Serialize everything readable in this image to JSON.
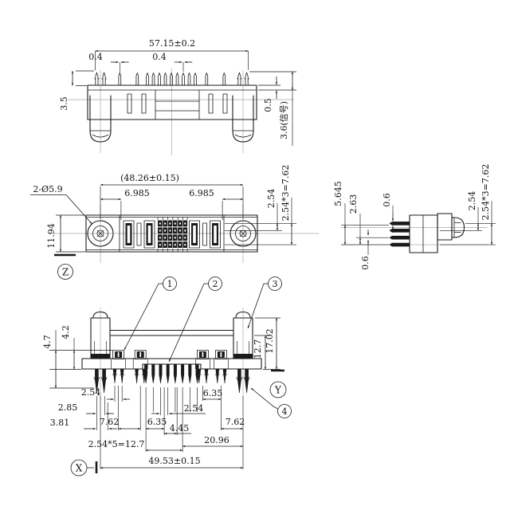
{
  "colors": {
    "line": "#1a1a1a",
    "centerline": "#bdbdbd",
    "background": "#ffffff"
  },
  "top_view": {
    "overall_width": "57.15±0.2",
    "pin_width_left": "0.4",
    "pin_width_mid": "0.4",
    "body_height": "3.5",
    "step_height": "0.5",
    "signal_pin_height": "3.6(信号)"
  },
  "front_view": {
    "mount_span": "(48.26±0.15)",
    "pitch_left": "6.985",
    "pitch_right": "6.985",
    "hole_callout": "2-Ø5.9",
    "body_height": "11.94",
    "row_pitch": "2.54",
    "row_total": "2.54*3=7.62",
    "datum": "Z"
  },
  "side_view": {
    "pin_extent": "5.645",
    "pin_step": "2.63",
    "pin_width_top": "0.6",
    "pin_width_bottom": "0.6",
    "row_pitch": "2.54",
    "row_total": "2.54*3=7.62"
  },
  "bottom_view": {
    "balloons": [
      "1",
      "2",
      "3",
      "4"
    ],
    "datum_x": "X",
    "datum_y": "Y",
    "post_height": "4.7",
    "contact_height": "4.2",
    "bar_height": "12.7",
    "total_height": "17.02",
    "prong_pitch": "2.54",
    "pressfit_pitch": "2.85",
    "edge_offset": "3.81",
    "power_pitch_left": "7.62",
    "signal_offset": "6.35",
    "center_offset": "4.45",
    "signal_pitch": "2.54",
    "power_pitch_right": "6.35",
    "pressfit_offset": "7.62",
    "right_span": "20.96",
    "signal_span": "2.54*5=12.7",
    "overall_span": "49.53±0.15"
  }
}
